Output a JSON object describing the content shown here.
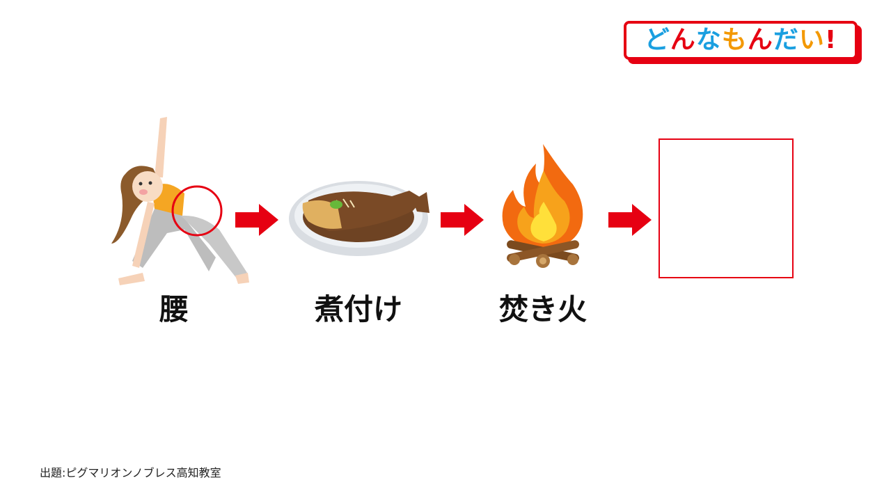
{
  "logo": {
    "chars": [
      {
        "c": "ど",
        "color": "#1a9fe0"
      },
      {
        "c": "ん",
        "color": "#e60012"
      },
      {
        "c": "な",
        "color": "#1a9fe0"
      },
      {
        "c": "も",
        "color": "#f39800"
      },
      {
        "c": "ん",
        "color": "#e60012"
      },
      {
        "c": "だ",
        "color": "#1a9fe0"
      },
      {
        "c": "い",
        "color": "#f39800"
      },
      {
        "c": "!",
        "color": "#e60012"
      }
    ]
  },
  "items": [
    {
      "label": "腰",
      "icon": "stretching-woman-icon"
    },
    {
      "label": "煮付け",
      "icon": "simmered-fish-icon"
    },
    {
      "label": "焚き火",
      "icon": "bonfire-icon"
    }
  ],
  "colors": {
    "accent": "#e60012"
  },
  "credit": "出題:ピグマリオンノブレス高知教室"
}
